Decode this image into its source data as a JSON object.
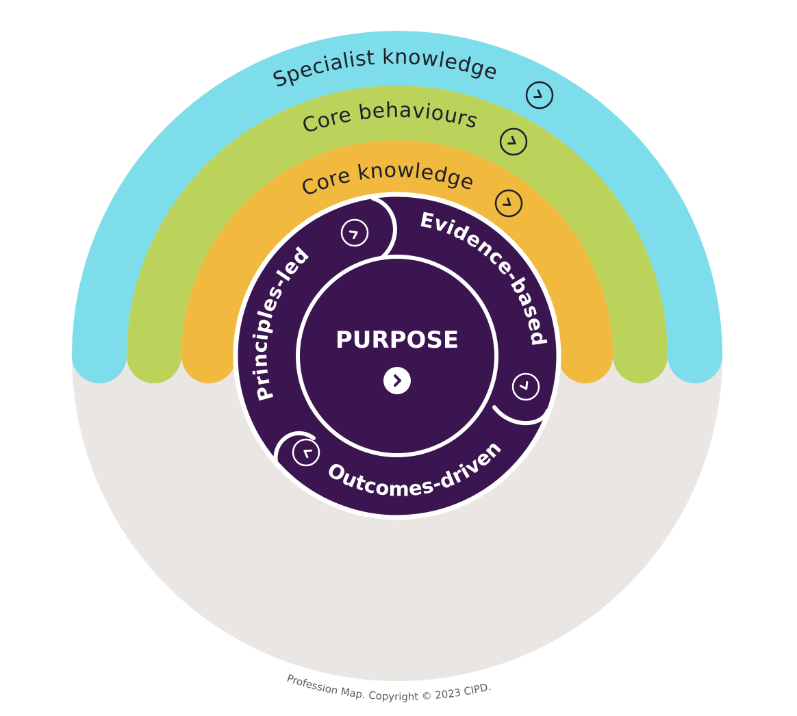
{
  "diagram": {
    "colors": {
      "background_circle": "#EAE6E3",
      "specialist_band": "#7DDDEA",
      "behaviours_band": "#BBD35B",
      "core_knowledge_band": "#F2B93F",
      "purple": "#3A1550",
      "label_dark": "#1F1F2A",
      "white": "#FFFFFF"
    },
    "bands": [
      {
        "id": "specialist-knowledge",
        "label": "Specialist knowledge",
        "icon": "chevron-circle-icon"
      },
      {
        "id": "core-behaviours",
        "label": "Core behaviours",
        "icon": "chevron-circle-icon"
      },
      {
        "id": "core-knowledge",
        "label": "Core knowledge",
        "icon": "chevron-circle-icon"
      }
    ],
    "ring": [
      {
        "id": "principles-led",
        "label": "Principles-led",
        "icon": "chevron-circle-icon"
      },
      {
        "id": "evidence-based",
        "label": "Evidence-based",
        "icon": "chevron-circle-icon"
      },
      {
        "id": "outcomes-driven",
        "label": "Outcomes-driven",
        "icon": "chevron-circle-icon"
      }
    ],
    "center": {
      "label": "PURPOSE",
      "icon": "chevron-right-icon"
    },
    "copyright": "Profession Map. Copyright © 2023 CIPD."
  }
}
